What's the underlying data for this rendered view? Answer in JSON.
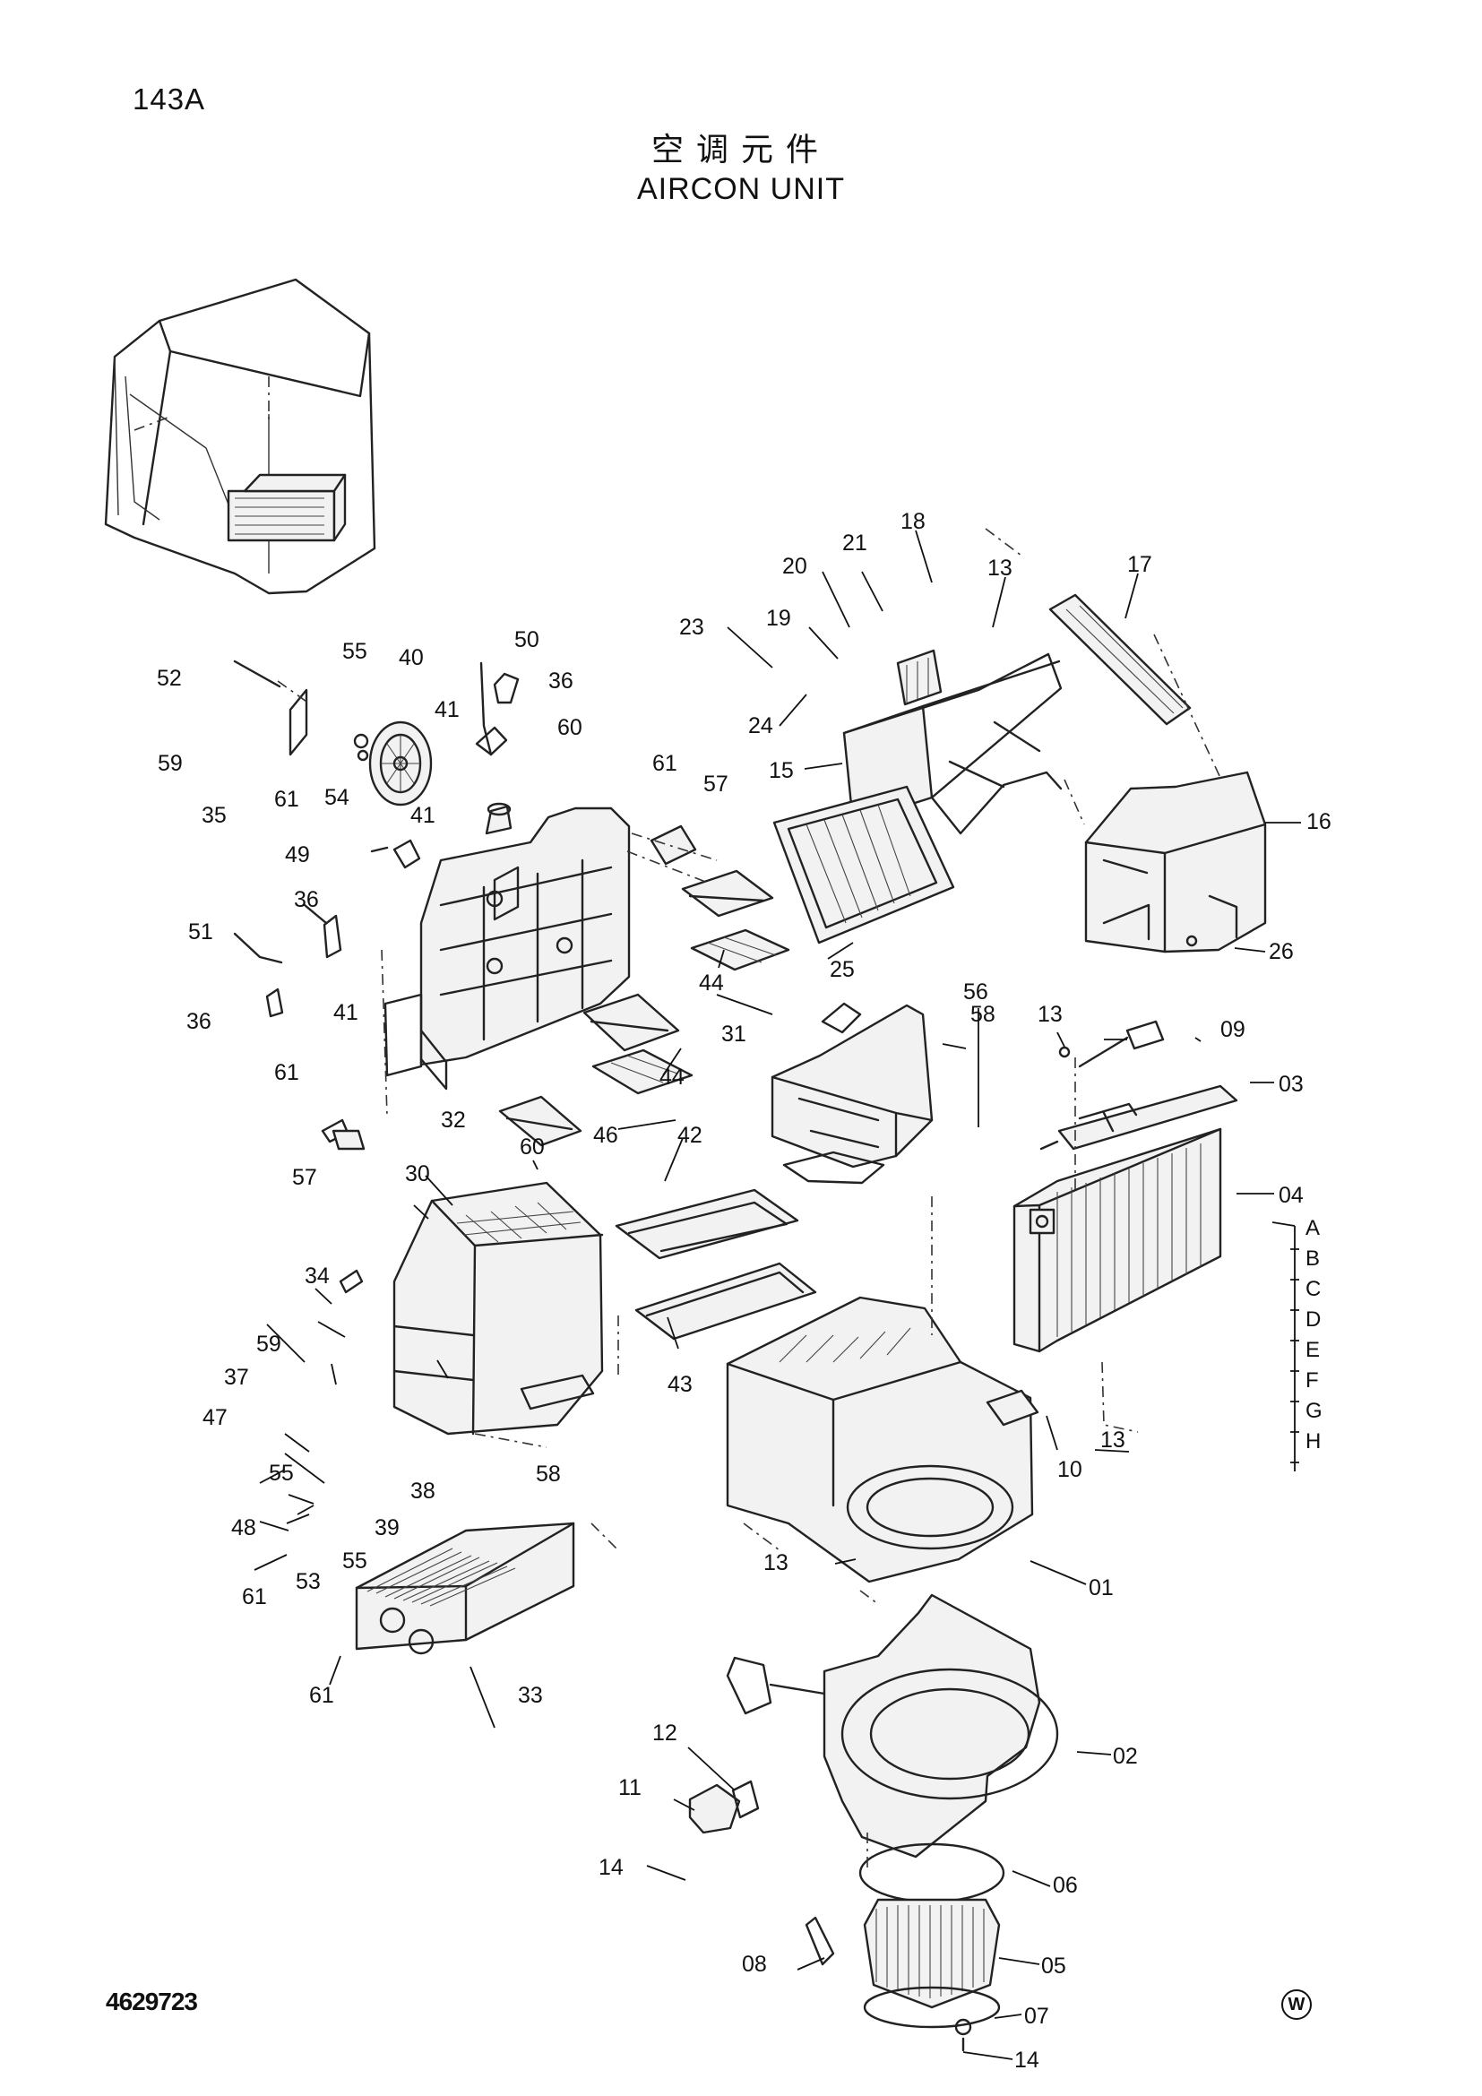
{
  "header": {
    "page_code": "143A",
    "title_cn": "空调元件",
    "title_en": "AIRCON UNIT"
  },
  "footer": {
    "document_number": "4629723",
    "publisher_mark": "W"
  },
  "callouts": [
    "01",
    "02",
    "03",
    "04",
    "05",
    "06",
    "07",
    "08",
    "09",
    "10",
    "11",
    "12",
    "13",
    "14",
    "15",
    "16",
    "17",
    "18",
    "19",
    "20",
    "21",
    "23",
    "24",
    "25",
    "26",
    "30",
    "31",
    "32",
    "33",
    "34",
    "35",
    "36",
    "37",
    "38",
    "39",
    "40",
    "41",
    "42",
    "43",
    "44",
    "46",
    "47",
    "48",
    "49",
    "50",
    "51",
    "52",
    "53",
    "54",
    "55",
    "56",
    "57",
    "58",
    "59",
    "60",
    "61"
  ],
  "core_layers": [
    "A",
    "B",
    "C",
    "D",
    "E",
    "F",
    "G",
    "H"
  ]
}
